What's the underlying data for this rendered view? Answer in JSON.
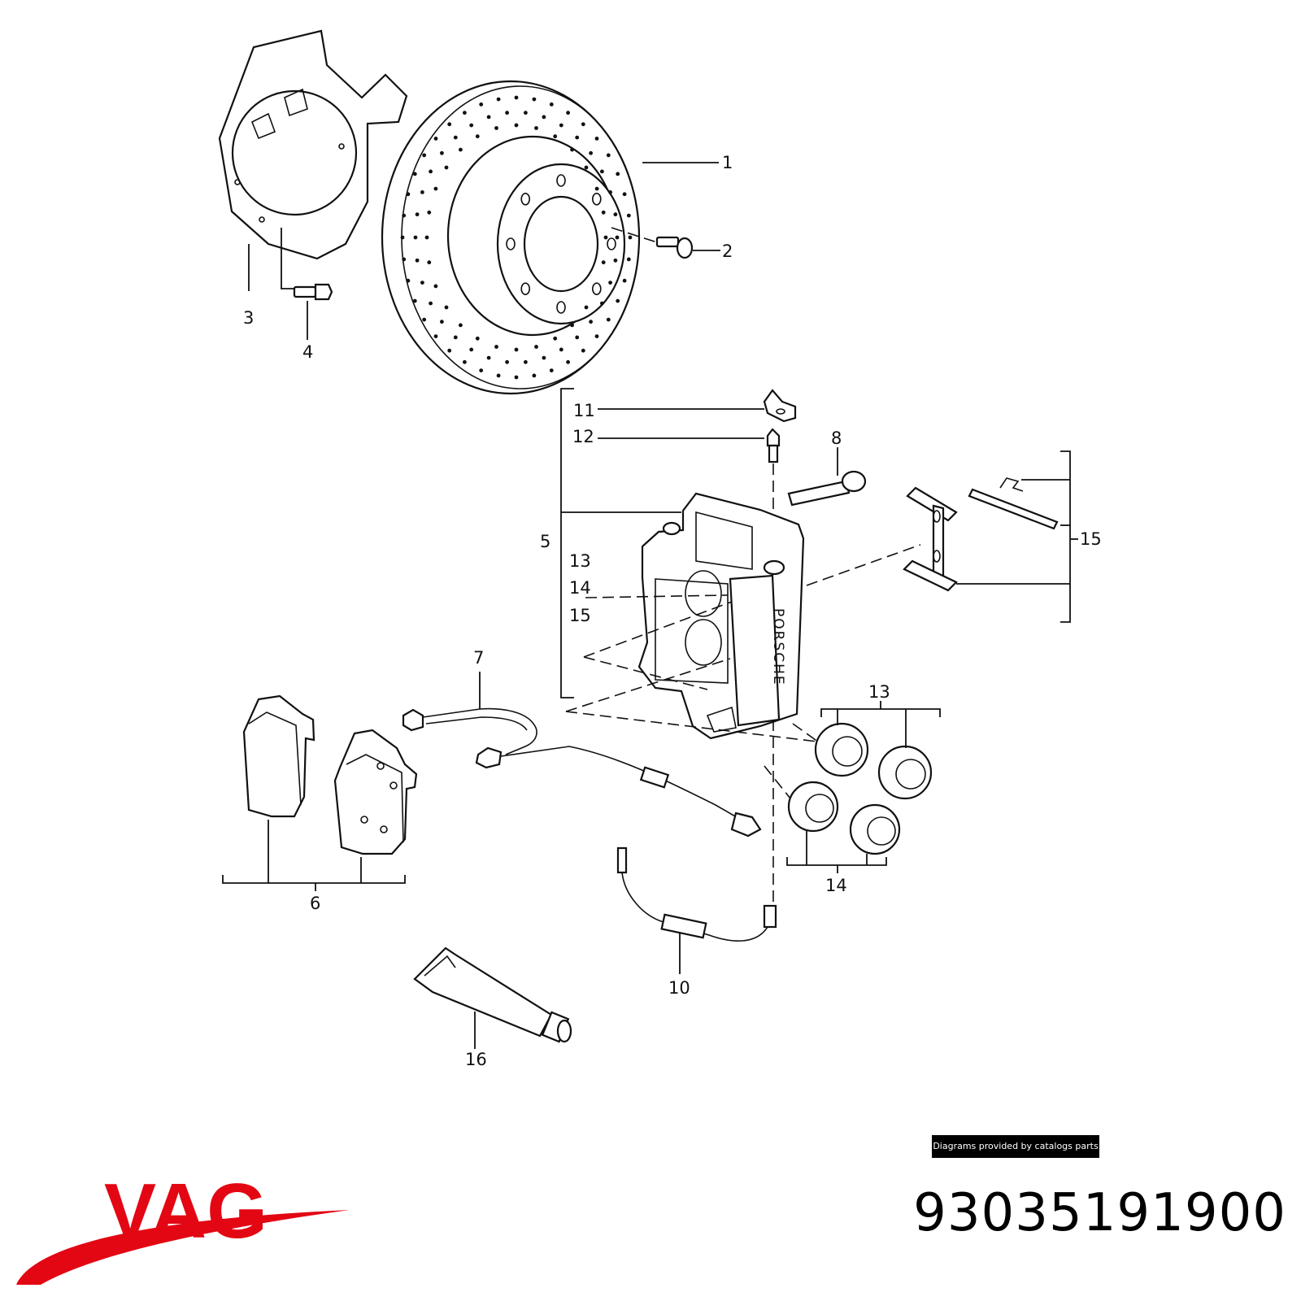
{
  "callouts": [
    {
      "id": "1",
      "text": "1"
    },
    {
      "id": "2",
      "text": "2"
    },
    {
      "id": "3",
      "text": "3"
    },
    {
      "id": "4",
      "text": "4"
    },
    {
      "id": "5",
      "text": "5"
    },
    {
      "id": "6",
      "text": "6"
    },
    {
      "id": "7",
      "text": "7"
    },
    {
      "id": "8",
      "text": "8"
    },
    {
      "id": "10",
      "text": "10"
    },
    {
      "id": "11",
      "text": "11"
    },
    {
      "id": "12",
      "text": "12"
    },
    {
      "id": "13a",
      "text": "13"
    },
    {
      "id": "14a",
      "text": "14"
    },
    {
      "id": "15a",
      "text": "15"
    },
    {
      "id": "13b",
      "text": "13"
    },
    {
      "id": "14b",
      "text": "14"
    },
    {
      "id": "15b",
      "text": "15"
    },
    {
      "id": "16",
      "text": "16"
    }
  ],
  "caliper_marking": "PORSCHE",
  "credit": "Diagrams provided by catalogs parts",
  "brand": {
    "name": "VAG",
    "color": "#e30613"
  },
  "part_number": "93035191900"
}
